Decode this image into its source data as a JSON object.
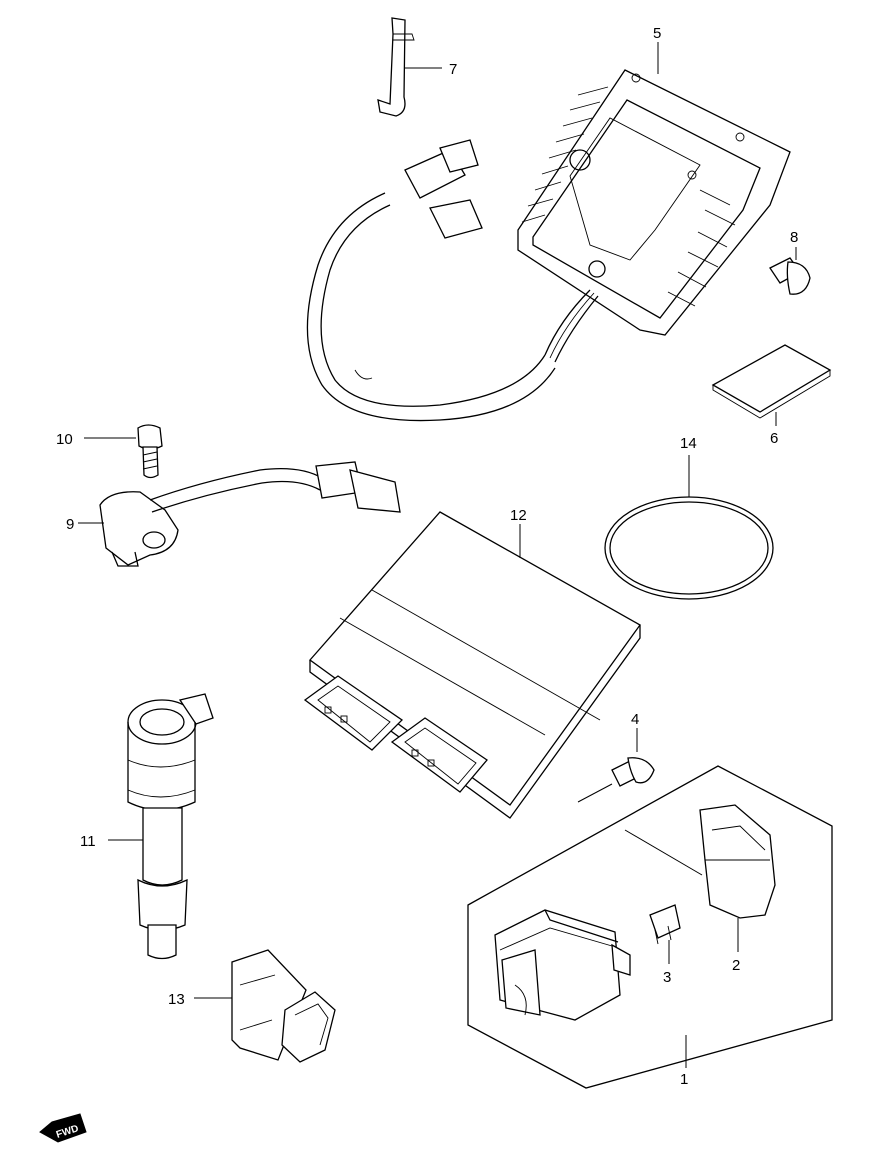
{
  "parts": [
    {
      "id": "1",
      "name": "part-1"
    },
    {
      "id": "2",
      "name": "part-2"
    },
    {
      "id": "3",
      "name": "part-3"
    },
    {
      "id": "4",
      "name": "part-4"
    },
    {
      "id": "5",
      "name": "part-5"
    },
    {
      "id": "6",
      "name": "part-6"
    },
    {
      "id": "7",
      "name": "part-7"
    },
    {
      "id": "8",
      "name": "part-8"
    },
    {
      "id": "9",
      "name": "part-9"
    },
    {
      "id": "10",
      "name": "part-10"
    },
    {
      "id": "11",
      "name": "part-11"
    },
    {
      "id": "12",
      "name": "part-12"
    },
    {
      "id": "13",
      "name": "part-13"
    },
    {
      "id": "14",
      "name": "part-14"
    }
  ],
  "labels": {
    "p1": "1",
    "p2": "2",
    "p3": "3",
    "p4": "4",
    "p5": "5",
    "p6": "6",
    "p7": "7",
    "p8": "8",
    "p9": "9",
    "p10": "10",
    "p11": "11",
    "p12": "12",
    "p13": "13",
    "p14": "14"
  },
  "fwd_badge": "FWD"
}
